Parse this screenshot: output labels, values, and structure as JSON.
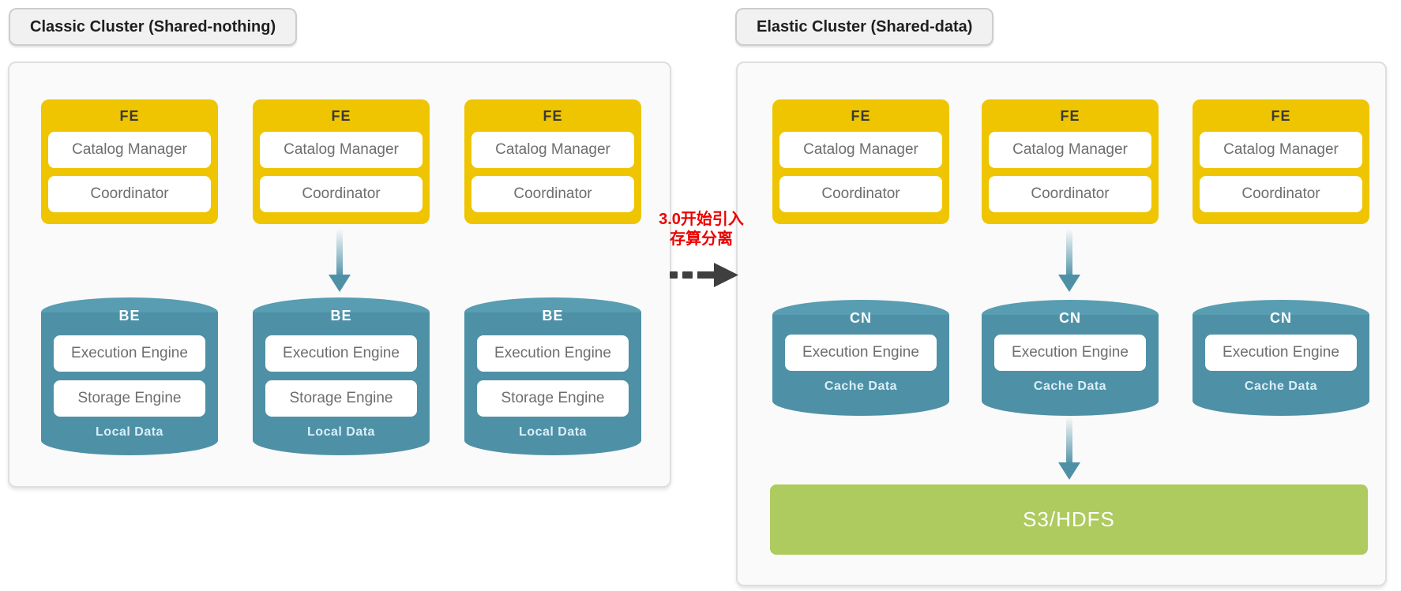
{
  "left_panel": {
    "title": "Classic Cluster (Shared-nothing)",
    "fe_nodes": [
      {
        "title": "FE",
        "components": [
          "Catalog Manager",
          "Coordinator"
        ]
      },
      {
        "title": "FE",
        "components": [
          "Catalog Manager",
          "Coordinator"
        ]
      },
      {
        "title": "FE",
        "components": [
          "Catalog Manager",
          "Coordinator"
        ]
      }
    ],
    "be_nodes": [
      {
        "title": "BE",
        "components": [
          "Execution Engine",
          "Storage Engine"
        ],
        "data_label": "Local Data"
      },
      {
        "title": "BE",
        "components": [
          "Execution Engine",
          "Storage Engine"
        ],
        "data_label": "Local Data"
      },
      {
        "title": "BE",
        "components": [
          "Execution Engine",
          "Storage Engine"
        ],
        "data_label": "Local Data"
      }
    ]
  },
  "right_panel": {
    "title": "Elastic Cluster (Shared-data)",
    "fe_nodes": [
      {
        "title": "FE",
        "components": [
          "Catalog Manager",
          "Coordinator"
        ]
      },
      {
        "title": "FE",
        "components": [
          "Catalog Manager",
          "Coordinator"
        ]
      },
      {
        "title": "FE",
        "components": [
          "Catalog Manager",
          "Coordinator"
        ]
      }
    ],
    "cn_nodes": [
      {
        "title": "CN",
        "components": [
          "Execution Engine"
        ],
        "data_label": "Cache Data"
      },
      {
        "title": "CN",
        "components": [
          "Execution Engine"
        ],
        "data_label": "Cache Data"
      },
      {
        "title": "CN",
        "components": [
          "Execution Engine"
        ],
        "data_label": "Cache Data"
      }
    ],
    "storage_label": "S3/HDFS"
  },
  "annotation": {
    "line1": "3.0开始引入",
    "line2": "存算分离"
  },
  "colors": {
    "fe_yellow": "#EEC500",
    "cylinder_teal": "#4E91A6",
    "cylinder_teal_light": "#589DB2",
    "storage_green": "#AECB5F",
    "annotation_red": "#EA0000",
    "component_text_gray": "#6E6E6E",
    "data_label_blue": "#D9EFF8",
    "transition_arrow_dark": "#3F3F3F",
    "panel_bg": "#FAFAFA"
  }
}
